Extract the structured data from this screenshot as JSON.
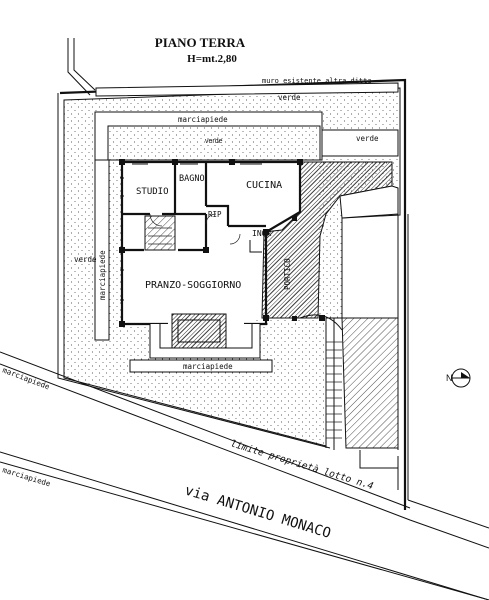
{
  "title": {
    "line1": "PIANO TERRA",
    "line2": "H=mt.2,80"
  },
  "labels": {
    "existing_wall": "muro esistente altra ditta",
    "verde_top": "verde",
    "verde_right": "verde",
    "verde_inner": "verde",
    "verde_left": "verde",
    "marciapiede_top": "marciapiede",
    "marciapiede_left": "marciapiede",
    "marciapiede_bottom": "marciapiede",
    "marciapiede_road_1": "marciapiede",
    "marciapiede_road_2": "marciapiede",
    "limit": "limite proprietà lotto n.4",
    "street": "via ANTONIO MONACO",
    "north": "N"
  },
  "rooms": {
    "studio": "STUDIO",
    "bagno": "BAGNO",
    "cucina": "CUCINA",
    "rip": "RIP",
    "ingr": "INGR",
    "pranzo": "PRANZO-SOGGIORNO",
    "portico": "PORTICO"
  }
}
